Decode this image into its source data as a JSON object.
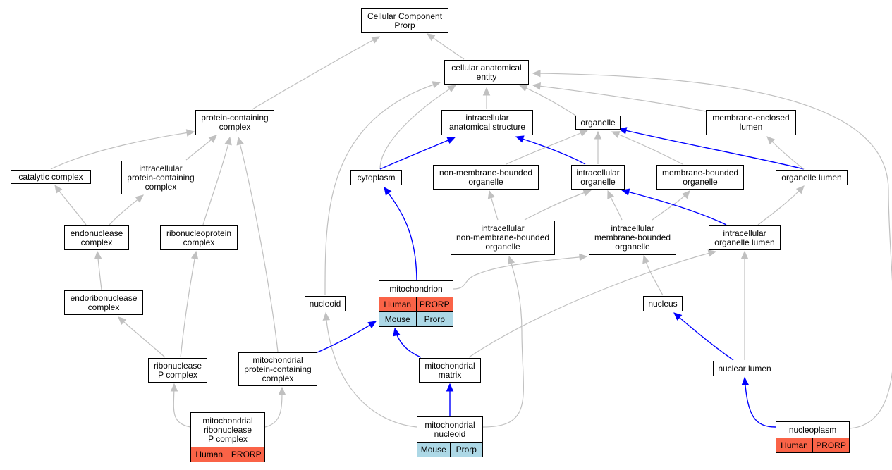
{
  "colors": {
    "gray_edge": "#c0c0c0",
    "blue_edge": "#0000ff",
    "human_row": "#fa6347",
    "mouse_row": "#add8e6"
  },
  "nodes": {
    "cellular_component": {
      "label": "Cellular Component\nProrp"
    },
    "cellular_anatomical_entity": {
      "label": "cellular anatomical\nentity"
    },
    "protein_containing_complex": {
      "label": "protein-containing\ncomplex"
    },
    "intracellular_anatomical_structure": {
      "label": "intracellular\nanatomical structure"
    },
    "organelle": {
      "label": "organelle"
    },
    "membrane_enclosed_lumen": {
      "label": "membrane-enclosed\nlumen"
    },
    "catalytic_complex": {
      "label": "catalytic complex"
    },
    "intracellular_protein_containing_complex": {
      "label": "intracellular\nprotein-containing\ncomplex"
    },
    "cytoplasm": {
      "label": "cytoplasm"
    },
    "non_membrane_bounded_organelle": {
      "label": "non-membrane-bounded\norganelle"
    },
    "intracellular_organelle": {
      "label": "intracellular\norganelle"
    },
    "membrane_bounded_organelle": {
      "label": "membrane-bounded\norganelle"
    },
    "organelle_lumen": {
      "label": "organelle lumen"
    },
    "endonuclease_complex": {
      "label": "endonuclease\ncomplex"
    },
    "ribonucleoprotein_complex": {
      "label": "ribonucleoprotein\ncomplex"
    },
    "intracellular_non_membrane_bounded_organelle": {
      "label": "intracellular\nnon-membrane-bounded\norganelle"
    },
    "intracellular_membrane_bounded_organelle": {
      "label": "intracellular\nmembrane-bounded\norganelle"
    },
    "intracellular_organelle_lumen": {
      "label": "intracellular\norganelle lumen"
    },
    "endoribonuclease_complex": {
      "label": "endoribonuclease\ncomplex"
    },
    "nucleoid": {
      "label": "nucleoid"
    },
    "mitochondrion": {
      "label": "mitochondrion",
      "human": [
        "Human",
        "PRORP"
      ],
      "mouse": [
        "Mouse",
        "Prorp"
      ]
    },
    "nucleus": {
      "label": "nucleus"
    },
    "ribonuclease_p_complex": {
      "label": "ribonuclease\nP complex"
    },
    "mitochondrial_protein_containing_complex": {
      "label": "mitochondrial\nprotein-containing\ncomplex"
    },
    "mitochondrial_matrix": {
      "label": "mitochondrial\nmatrix"
    },
    "nuclear_lumen": {
      "label": "nuclear lumen"
    },
    "mitochondrial_ribonuclease_p_complex": {
      "label": "mitochondrial\nribonuclease\nP complex",
      "human": [
        "Human",
        "PRORP"
      ]
    },
    "mitochondrial_nucleoid": {
      "label": "mitochondrial\nnucleoid",
      "mouse": [
        "Mouse",
        "Prorp"
      ]
    },
    "nucleoplasm": {
      "label": "nucleoplasm",
      "human": [
        "Human",
        "PRORP"
      ]
    }
  },
  "edges": [
    {
      "from": "cellular_anatomical_entity",
      "to": "cellular_component",
      "color": "gray"
    },
    {
      "from": "protein_containing_complex",
      "to": "cellular_component",
      "color": "gray"
    },
    {
      "from": "intracellular_anatomical_structure",
      "to": "cellular_anatomical_entity",
      "color": "gray"
    },
    {
      "from": "organelle",
      "to": "cellular_anatomical_entity",
      "color": "gray"
    },
    {
      "from": "membrane_enclosed_lumen",
      "to": "cellular_anatomical_entity",
      "color": "gray"
    },
    {
      "from": "cytoplasm",
      "to": "cellular_anatomical_entity",
      "color": "gray"
    },
    {
      "from": "nucleoid",
      "to": "cellular_anatomical_entity",
      "color": "gray"
    },
    {
      "from": "nucleoplasm",
      "to": "cellular_anatomical_entity",
      "color": "gray"
    },
    {
      "from": "catalytic_complex",
      "to": "protein_containing_complex",
      "color": "gray"
    },
    {
      "from": "intracellular_protein_containing_complex",
      "to": "protein_containing_complex",
      "color": "gray"
    },
    {
      "from": "ribonucleoprotein_complex",
      "to": "protein_containing_complex",
      "color": "gray"
    },
    {
      "from": "mitochondrial_protein_containing_complex",
      "to": "protein_containing_complex",
      "color": "gray"
    },
    {
      "from": "cytoplasm",
      "to": "intracellular_anatomical_structure",
      "color": "blue"
    },
    {
      "from": "intracellular_organelle",
      "to": "intracellular_anatomical_structure",
      "color": "blue"
    },
    {
      "from": "non_membrane_bounded_organelle",
      "to": "organelle",
      "color": "gray"
    },
    {
      "from": "intracellular_organelle",
      "to": "organelle",
      "color": "gray"
    },
    {
      "from": "membrane_bounded_organelle",
      "to": "organelle",
      "color": "gray"
    },
    {
      "from": "organelle_lumen",
      "to": "organelle",
      "color": "blue"
    },
    {
      "from": "organelle_lumen",
      "to": "membrane_enclosed_lumen",
      "color": "gray"
    },
    {
      "from": "endonuclease_complex",
      "to": "catalytic_complex",
      "color": "gray"
    },
    {
      "from": "endonuclease_complex",
      "to": "intracellular_protein_containing_complex",
      "color": "gray"
    },
    {
      "from": "intracellular_non_membrane_bounded_organelle",
      "to": "non_membrane_bounded_organelle",
      "color": "gray"
    },
    {
      "from": "intracellular_non_membrane_bounded_organelle",
      "to": "intracellular_organelle",
      "color": "gray"
    },
    {
      "from": "intracellular_membrane_bounded_organelle",
      "to": "intracellular_organelle",
      "color": "gray"
    },
    {
      "from": "intracellular_membrane_bounded_organelle",
      "to": "membrane_bounded_organelle",
      "color": "gray"
    },
    {
      "from": "intracellular_organelle_lumen",
      "to": "intracellular_organelle",
      "color": "blue"
    },
    {
      "from": "intracellular_organelle_lumen",
      "to": "organelle_lumen",
      "color": "gray"
    },
    {
      "from": "endoribonuclease_complex",
      "to": "endonuclease_complex",
      "color": "gray"
    },
    {
      "from": "mitochondrion",
      "to": "cytoplasm",
      "color": "blue"
    },
    {
      "from": "mitochondrion",
      "to": "intracellular_membrane_bounded_organelle",
      "color": "gray"
    },
    {
      "from": "nucleus",
      "to": "intracellular_membrane_bounded_organelle",
      "color": "gray"
    },
    {
      "from": "ribonuclease_p_complex",
      "to": "endoribonuclease_complex",
      "color": "gray"
    },
    {
      "from": "ribonuclease_p_complex",
      "to": "ribonucleoprotein_complex",
      "color": "gray"
    },
    {
      "from": "mitochondrial_protein_containing_complex",
      "to": "mitochondrion",
      "color": "blue"
    },
    {
      "from": "mitochondrial_matrix",
      "to": "mitochondrion",
      "color": "blue"
    },
    {
      "from": "mitochondrial_matrix",
      "to": "intracellular_organelle_lumen",
      "color": "gray"
    },
    {
      "from": "nuclear_lumen",
      "to": "nucleus",
      "color": "blue"
    },
    {
      "from": "nuclear_lumen",
      "to": "intracellular_organelle_lumen",
      "color": "gray"
    },
    {
      "from": "mitochondrial_ribonuclease_p_complex",
      "to": "ribonuclease_p_complex",
      "color": "gray"
    },
    {
      "from": "mitochondrial_ribonuclease_p_complex",
      "to": "mitochondrial_protein_containing_complex",
      "color": "gray"
    },
    {
      "from": "mitochondrial_nucleoid",
      "to": "mitochondrial_matrix",
      "color": "blue"
    },
    {
      "from": "mitochondrial_nucleoid",
      "to": "nucleoid",
      "color": "gray"
    },
    {
      "from": "mitochondrial_nucleoid",
      "to": "intracellular_non_membrane_bounded_organelle",
      "color": "gray"
    },
    {
      "from": "nucleoplasm",
      "to": "nuclear_lumen",
      "color": "blue"
    }
  ]
}
